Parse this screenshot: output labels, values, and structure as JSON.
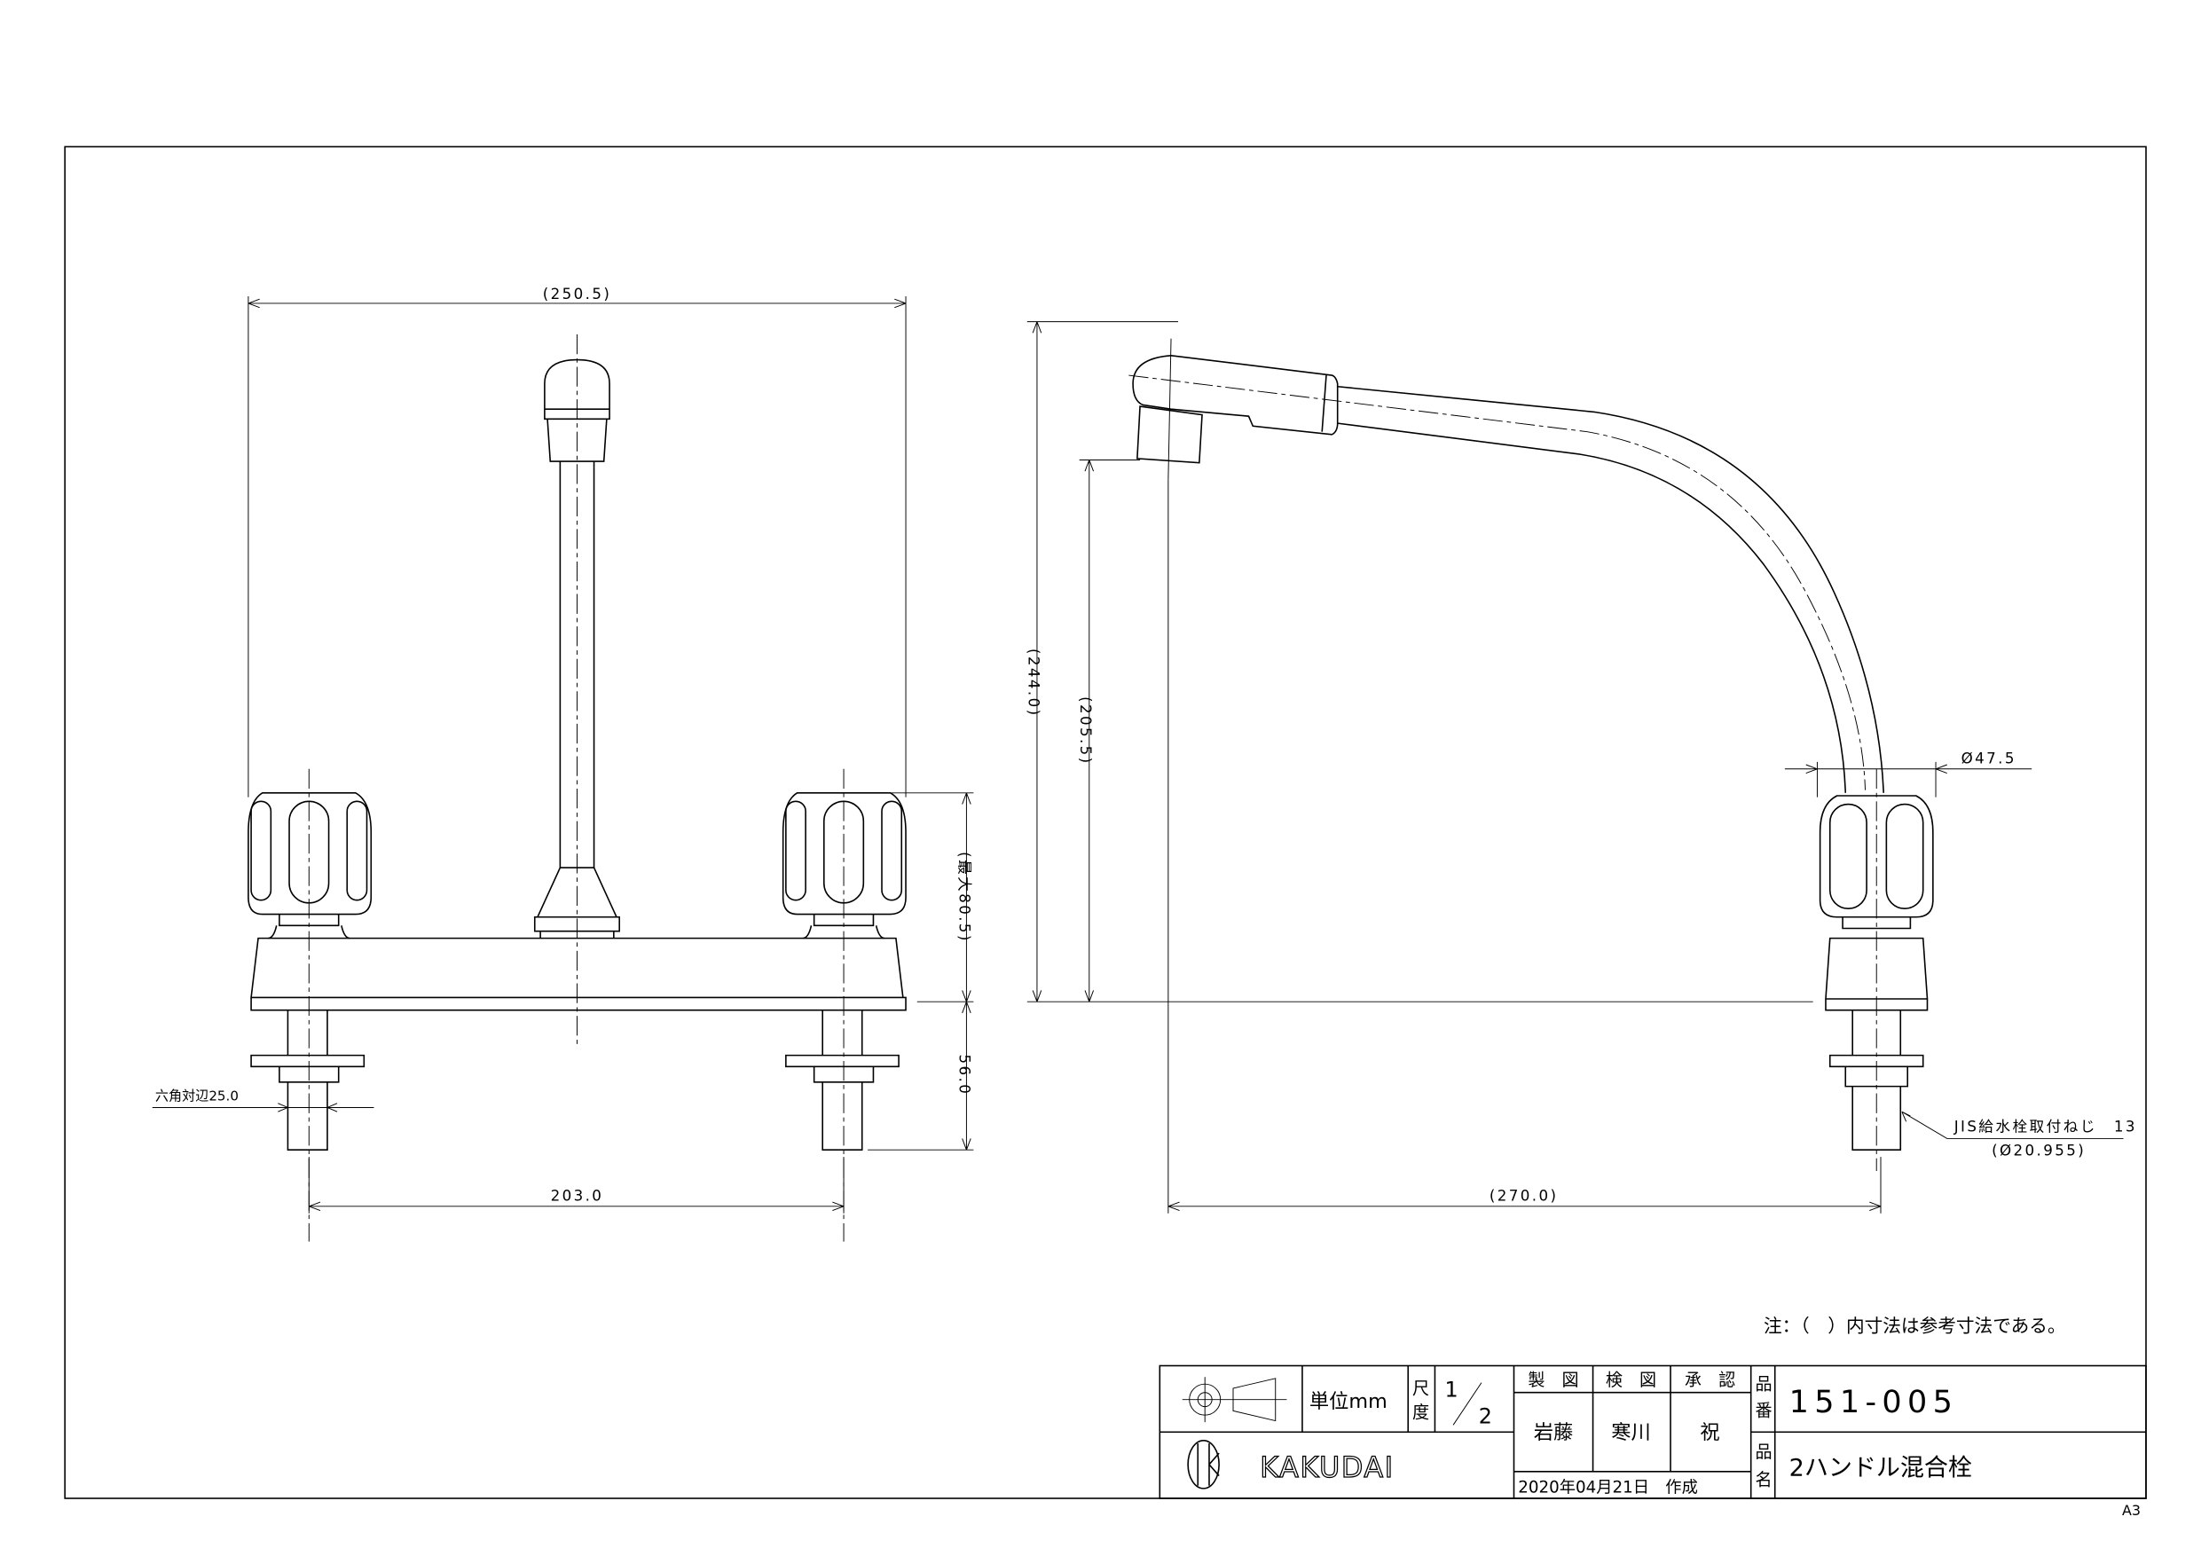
{
  "drawing": {
    "front_view": {
      "overall_width": "(250.5)",
      "handle_pitch": "203.0",
      "max_height": "(最大80.5)",
      "shank_length": "56.0",
      "hex_size": "六角対辺25.0"
    },
    "side_view": {
      "total_height": "(244.0)",
      "spout_height": "(205.5)",
      "reach": "(270.0)",
      "handle_diameter": "Ø47.5",
      "thread_spec": "JIS給水栓取付ねじ　13",
      "thread_diameter": "(Ø20.955)"
    },
    "note": "注：（　）内寸法は参考寸法である。",
    "sheet_size": "A3"
  },
  "title_block": {
    "unit_label": "単位mm",
    "scale_label_1": "尺",
    "scale_label_2": "度",
    "scale_num": "1",
    "scale_den": "2",
    "drafted_label": "製　図",
    "checked_label": "検　図",
    "approved_label": "承　認",
    "drafted_by": "岩藤",
    "checked_by": "寒川",
    "approved_by": "祝",
    "date": "2020年04月21日　作成",
    "part_no_label_1": "品",
    "part_no_label_2": "番",
    "part_no": "151-005",
    "part_name_label_1": "品",
    "part_name_label_2": "名",
    "part_name": "2ハンドル混合栓",
    "company": "KAKUDAI"
  }
}
